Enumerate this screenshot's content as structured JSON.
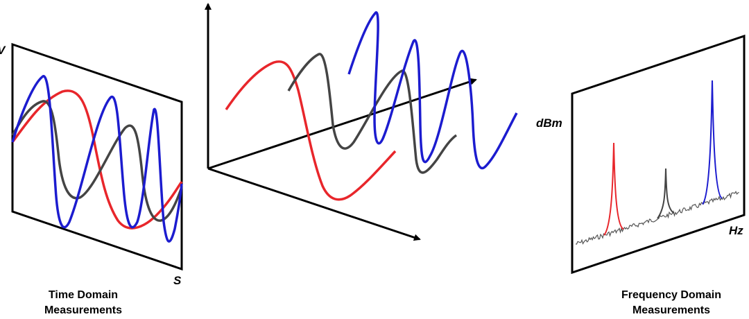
{
  "time_panel": {
    "y_label": "V",
    "x_label": "S",
    "caption_line1": "Time Domain",
    "caption_line2": "Measurements"
  },
  "freq_panel": {
    "y_label": "dBm",
    "x_label": "Hz",
    "caption_line1": "Frequency Domain",
    "caption_line2": "Measurements"
  },
  "colors": {
    "red": "#e8262b",
    "gray": "#444444",
    "blue": "#1c1ccf",
    "noise": "#555555",
    "frame": "#000000"
  }
}
